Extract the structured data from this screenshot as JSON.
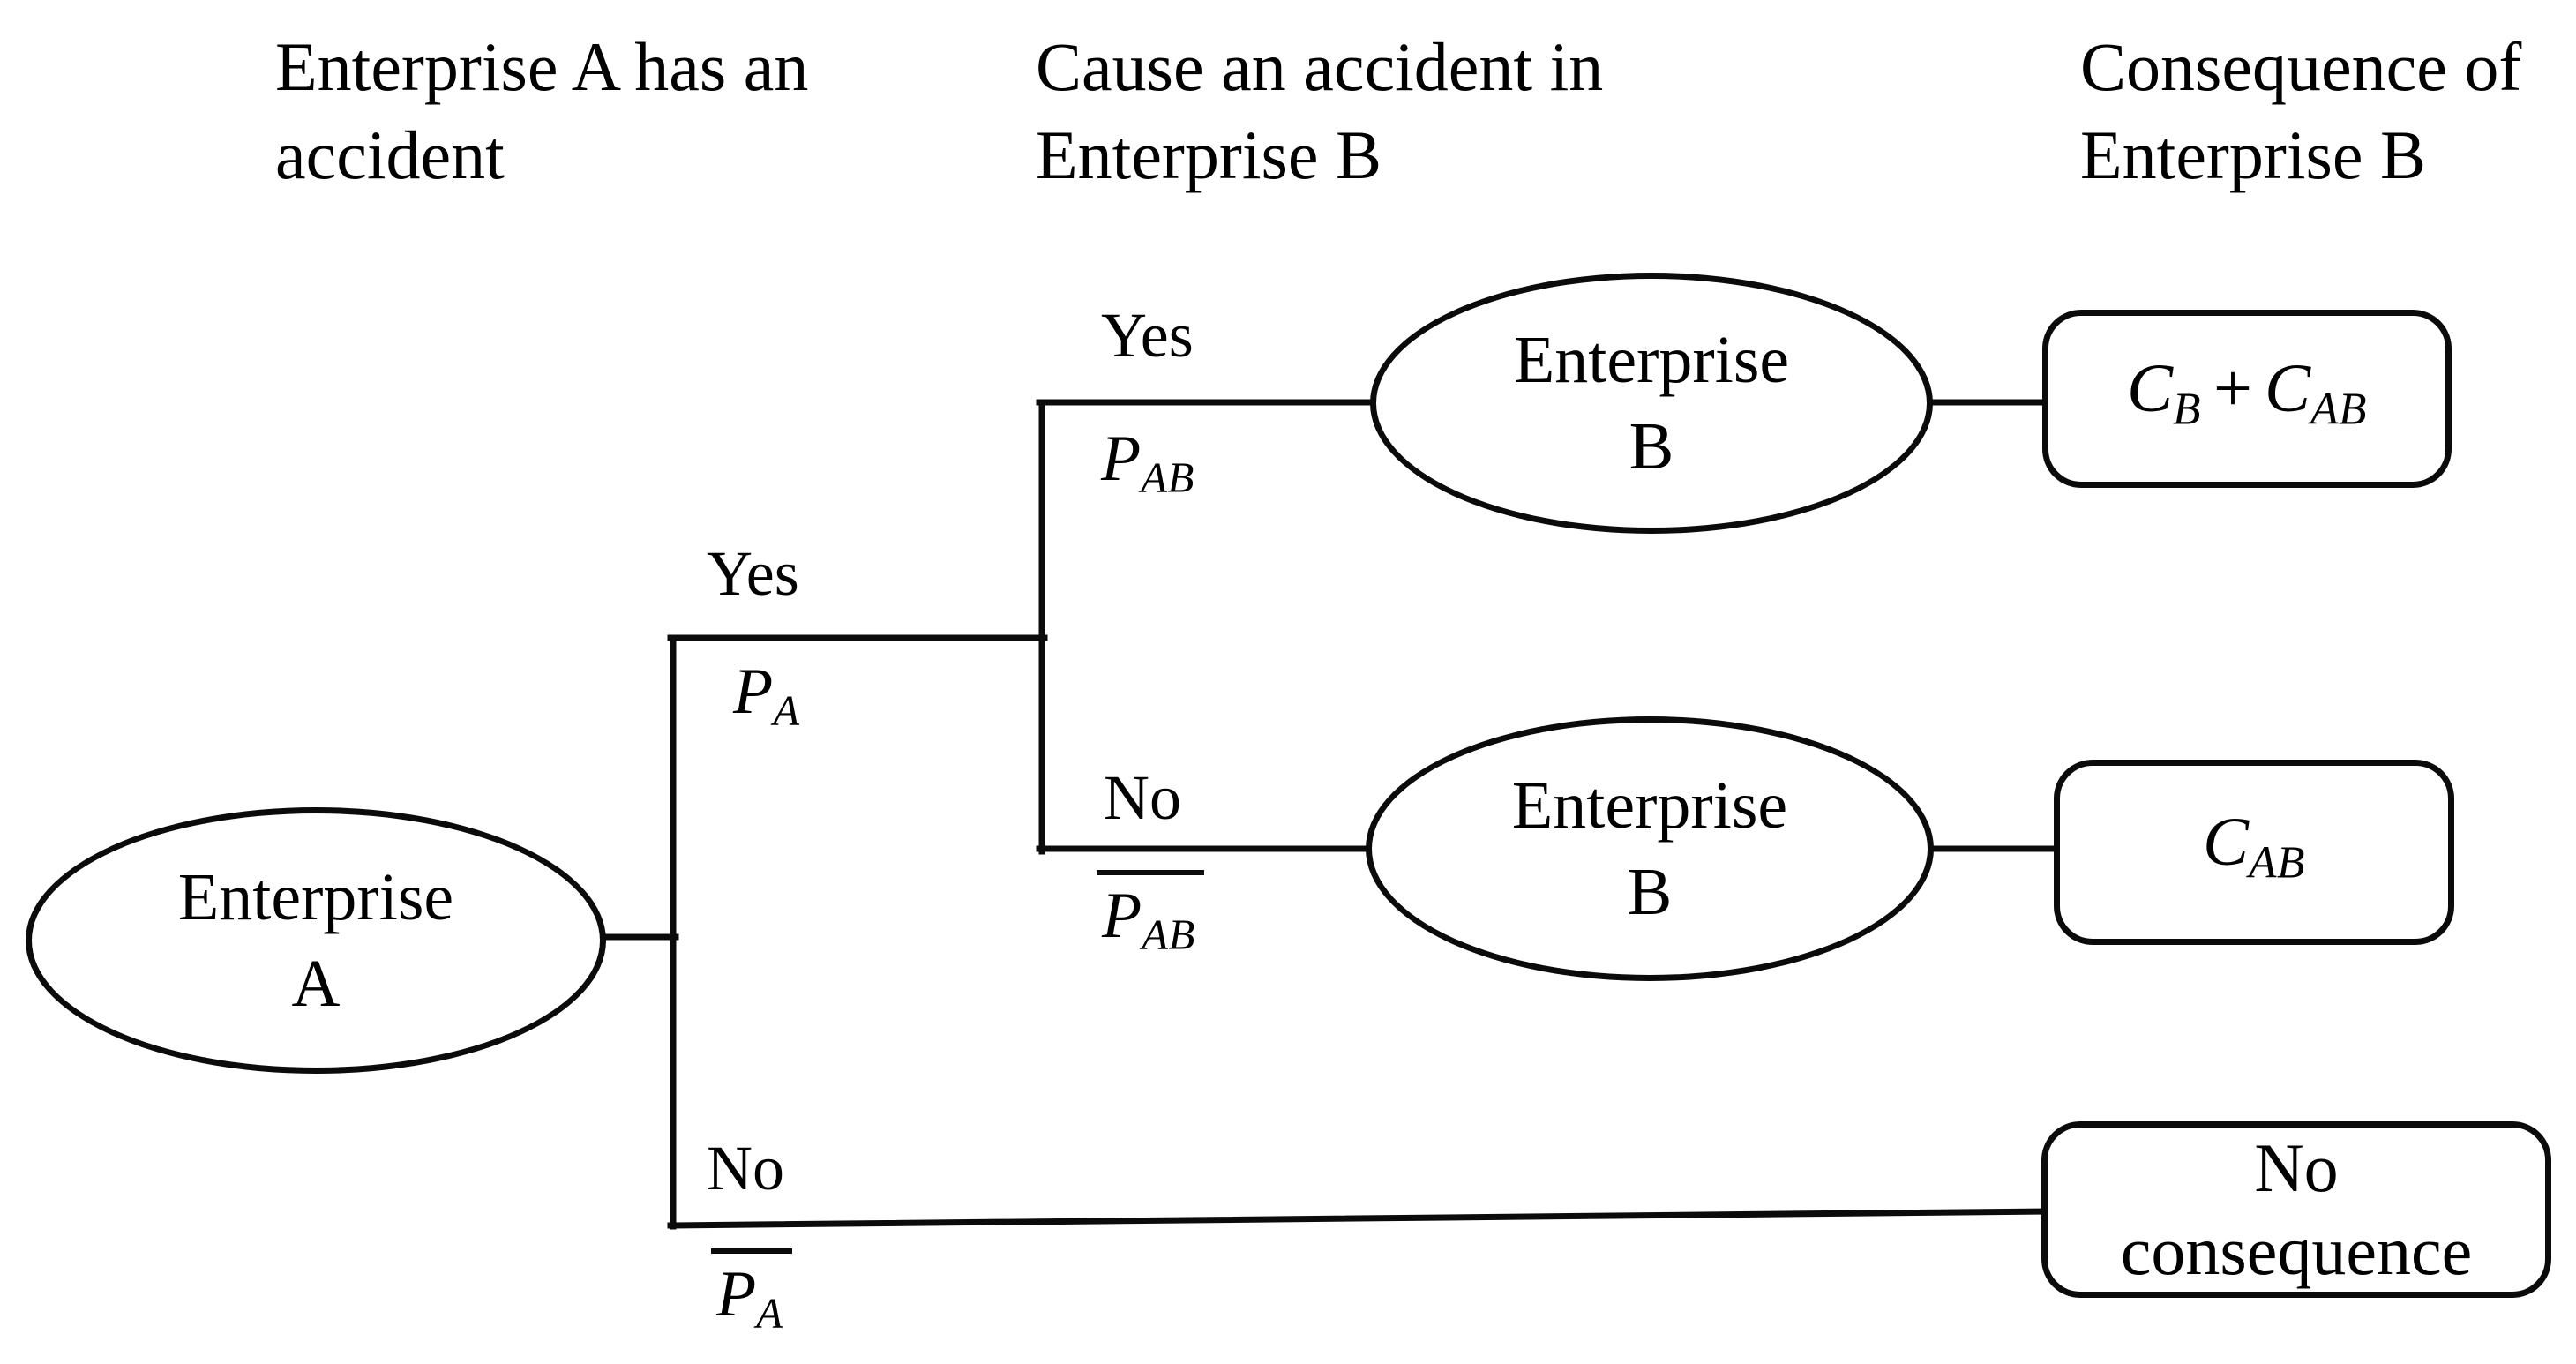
{
  "figure": {
    "background": "#ffffff",
    "ink": "#0b0b0b",
    "type": "event-tree-diagram"
  },
  "headers": {
    "accident_a": {
      "line1": "Enterprise A has an",
      "line2": "accident"
    },
    "cause_b": {
      "line1": "Cause an accident in",
      "line2": "Enterprise B"
    },
    "consequence_b": {
      "line1": "Consequence of",
      "line2": "Enterprise B"
    }
  },
  "nodes": {
    "enterprise_a": {
      "line1": "Enterprise",
      "line2": "A"
    },
    "enterprise_b_top": {
      "line1": "Enterprise",
      "line2": "B"
    },
    "enterprise_b_bottom": {
      "line1": "Enterprise",
      "line2": "B"
    }
  },
  "branches": {
    "l1_yes": {
      "answer": "Yes",
      "p_base": "P",
      "p_sub": "A",
      "negated": false
    },
    "l1_no": {
      "answer": "No",
      "p_base": "P",
      "p_sub": "A",
      "negated": true
    },
    "l2_yes": {
      "answer": "Yes",
      "p_base": "P",
      "p_sub": "AB",
      "negated": false
    },
    "l2_no": {
      "answer": "No",
      "p_base": "P",
      "p_sub": "AB",
      "negated": true
    }
  },
  "outcomes": {
    "both": {
      "term1_base": "C",
      "term1_sub": "B",
      "operator": "+",
      "term2_base": "C",
      "term2_sub": "AB"
    },
    "ab_only": {
      "base": "C",
      "sub": "AB"
    },
    "none": {
      "line1": "No",
      "line2": "consequence"
    }
  }
}
